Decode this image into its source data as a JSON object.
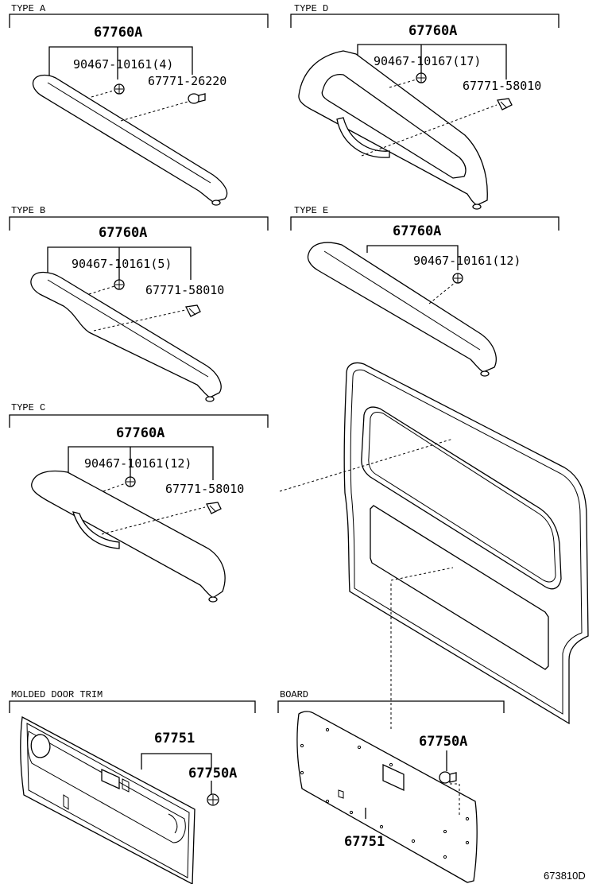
{
  "sections": {
    "type_a": {
      "label": "TYPE A",
      "assembly": "67760A",
      "screw": "90467-10161(4)",
      "clip": "67771-26220"
    },
    "type_b": {
      "label": "TYPE B",
      "assembly": "67760A",
      "screw": "90467-10161(5)",
      "clip": "67771-58010"
    },
    "type_c": {
      "label": "TYPE C",
      "assembly": "67760A",
      "screw": "90467-10161(12)",
      "clip": "67771-58010"
    },
    "type_d": {
      "label": "TYPE D",
      "assembly": "67760A",
      "screw": "90467-10167(17)",
      "clip": "67771-58010"
    },
    "type_e": {
      "label": "TYPE E",
      "assembly": "67760A",
      "screw": "90467-10161(12)"
    },
    "molded": {
      "label": "MOLDED DOOR TRIM",
      "panel": "67751",
      "clip": "67750A"
    },
    "board": {
      "label": "BOARD",
      "panel": "67751",
      "clip": "67750A"
    }
  },
  "diagram_ref": "673810D"
}
